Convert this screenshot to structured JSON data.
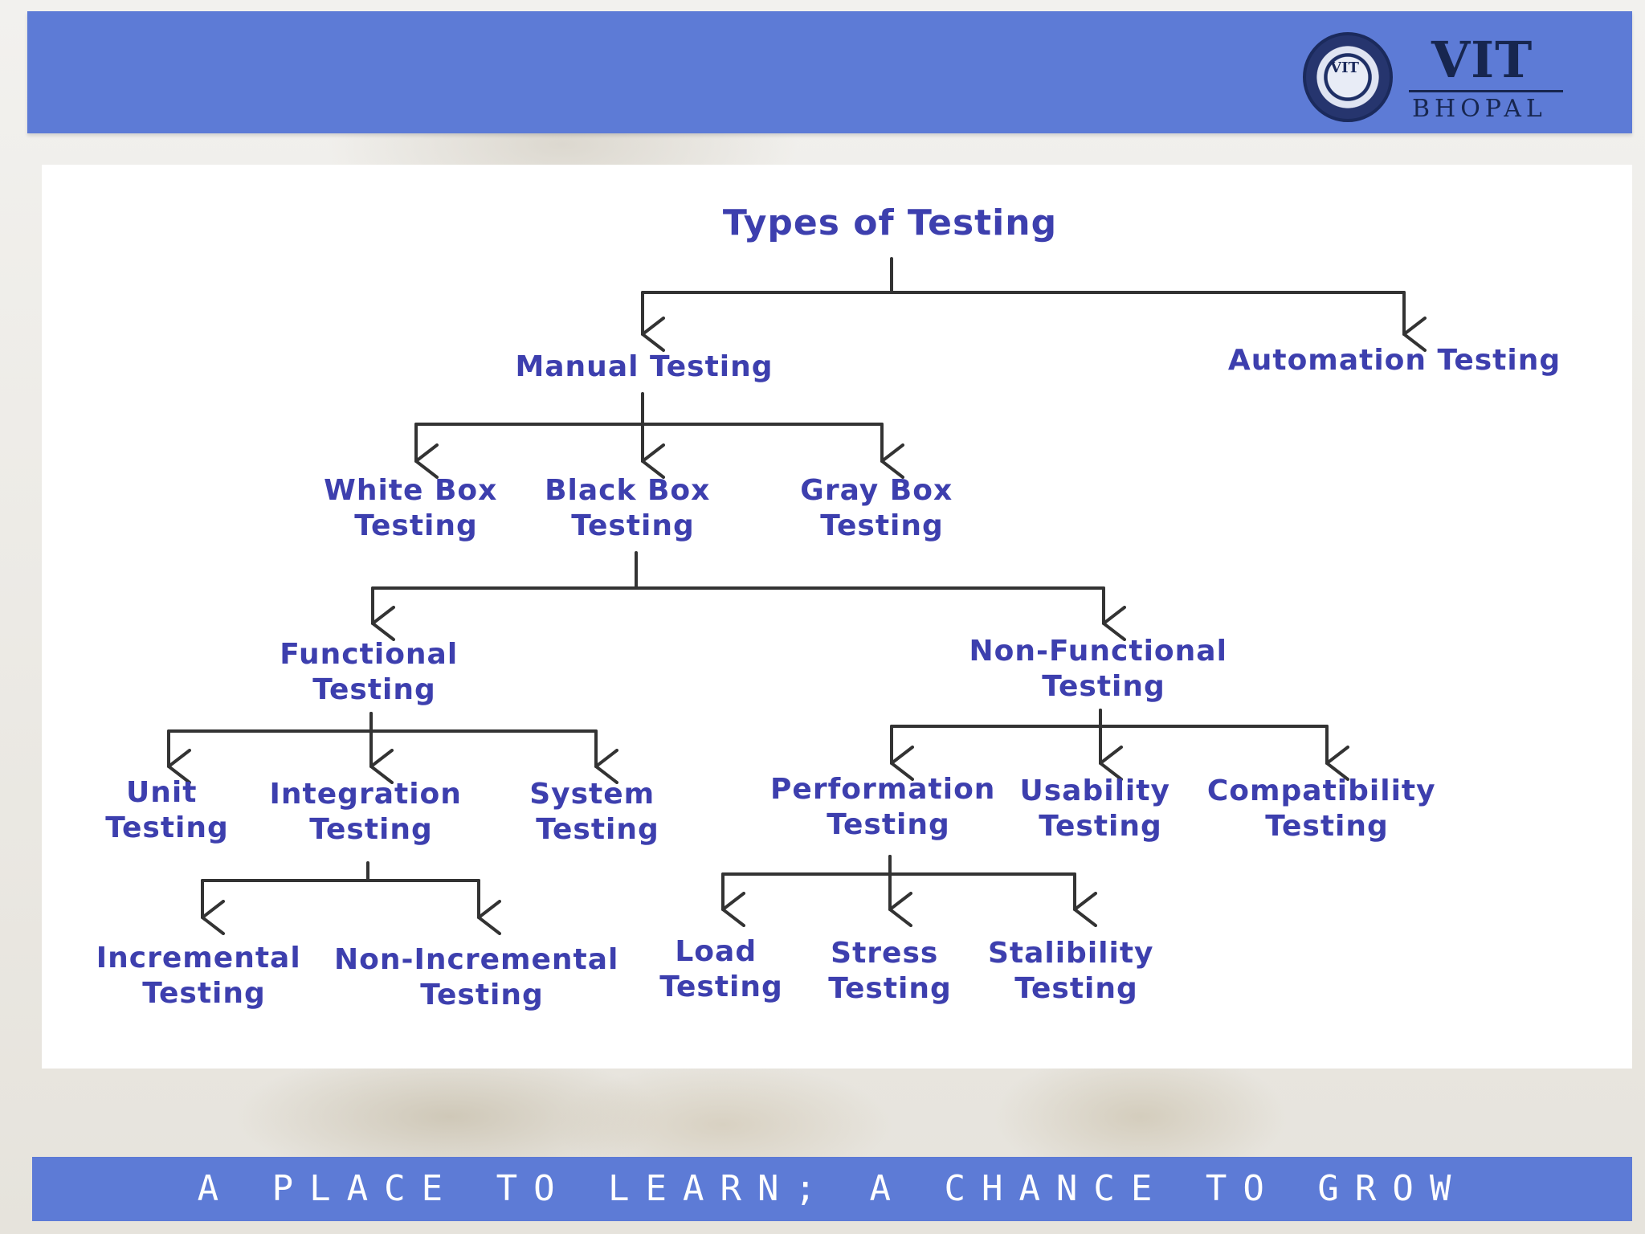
{
  "header": {
    "logo": {
      "seal_text": "VIT",
      "name": "VIT",
      "city": "BHOPAL"
    }
  },
  "diagram": {
    "root": "Types of Testing",
    "manual": "Manual Testing",
    "automation": "Automation Testing",
    "white_box": [
      "White Box",
      "Testing"
    ],
    "black_box": [
      "Black Box",
      "Testing"
    ],
    "gray_box": [
      "Gray Box",
      "Testing"
    ],
    "functional": [
      "Functional",
      "Testing"
    ],
    "non_functional": [
      "Non-Functional",
      "Testing"
    ],
    "unit": [
      "Unit",
      "Testing"
    ],
    "integration": [
      "Integration",
      "Testing"
    ],
    "system": [
      "System",
      "Testing"
    ],
    "performance": [
      "Performation",
      "Testing"
    ],
    "usability": [
      "Usability",
      "Testing"
    ],
    "compatibility": [
      "Compatibility",
      "Testing"
    ],
    "incremental": [
      "Incremental",
      "Testing"
    ],
    "non_incremental": [
      "Non-Incremental",
      "Testing"
    ],
    "load": [
      "Load",
      "Testing"
    ],
    "stress": [
      "Stress",
      "Testing"
    ],
    "stability": [
      "Stalibility",
      "Testing"
    ]
  },
  "colors": {
    "header": "#5d7bd6",
    "node_text": "#3d3fae",
    "connector": "#333333"
  },
  "footer": {
    "tagline": "A PLACE TO LEARN; A CHANCE TO GROW"
  }
}
